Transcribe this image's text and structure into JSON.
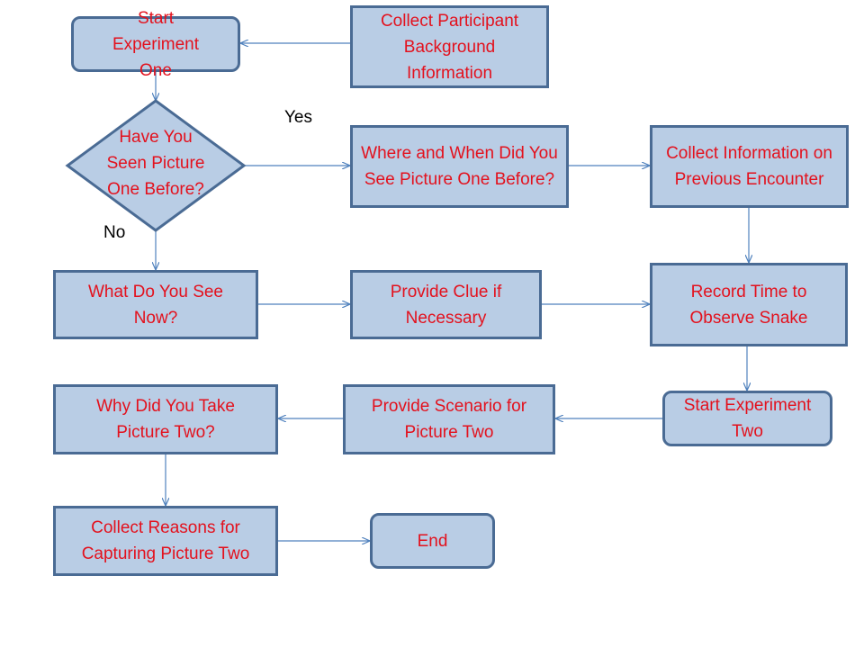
{
  "colors": {
    "node_fill": "#b9cde5",
    "node_border": "#4a6b94",
    "node_text": "#e3111d",
    "connector": "#4f81bd",
    "edge_label_text": "#000000"
  },
  "nodes": {
    "start_one": "Start Experiment One",
    "collect_background": "Collect Participant Background Information",
    "decision": "Have You Seen Picture One Before?",
    "where_when": "Where and When Did You See Picture One Before?",
    "collect_previous": "Collect Information on Previous Encounter",
    "what_see": "What Do You See Now?",
    "provide_clue": "Provide Clue if Necessary",
    "record_time": "Record Time to Observe Snake",
    "start_two": "Start Experiment Two",
    "scenario_two": "Provide Scenario for Picture Two",
    "why_two": "Why Did You Take Picture Two?",
    "reasons_two": "Collect Reasons for Capturing Picture Two",
    "end": "End"
  },
  "edge_labels": {
    "yes": "Yes",
    "no": "No"
  }
}
